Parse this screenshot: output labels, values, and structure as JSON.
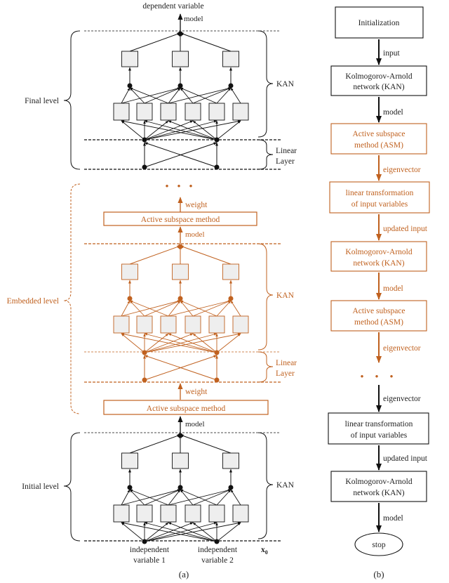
{
  "panel_a": {
    "caption": "(a)",
    "dependent_variable": "dependent variable",
    "final_level": {
      "label": "Final level",
      "edge_label": "model",
      "kan_label": "KAN",
      "linear_label_1": "Linear",
      "linear_label_2": "Layer"
    },
    "embedded_level": {
      "label": "Embedded level",
      "ellipsis": "• • •",
      "weight_top": "weight",
      "asm_top": "Active subspace method",
      "model_label": "model",
      "kan_label": "KAN",
      "linear_label_1": "Linear",
      "linear_label_2": "Layer",
      "weight_bottom": "weight",
      "asm_bottom": "Active subspace method"
    },
    "initial_level": {
      "label": "Initial level",
      "model_label": "model",
      "kan_label": "KAN",
      "x0": "x",
      "x0_sub": "0",
      "input1_line1": "independent",
      "input1_line2": "variable 1",
      "input2_line1": "independent",
      "input2_line2": "variable 2"
    }
  },
  "panel_b": {
    "caption": "(b)",
    "init": "Initialization",
    "e_input": "input",
    "kan1_l1": "Kolmogorov-Arnold",
    "kan1_l2": "network (KAN)",
    "e_model1": "model",
    "asm1_l1": "Active subspace",
    "asm1_l2": "method (ASM)",
    "e_eig1": "eigenvector",
    "lin1_l1": "linear transformation",
    "lin1_l2": "of input variables",
    "e_upd1": "updated input",
    "kan2_l1": "Kolmogorov-Arnold",
    "kan2_l2": "network (KAN)",
    "e_model2": "model",
    "asm2_l1": "Active subspace",
    "asm2_l2": "method (ASM)",
    "e_eig2": "eigenvector",
    "dots": "• • •",
    "e_eig3": "eigenvector",
    "lin2_l1": "linear transformation",
    "lin2_l2": "of input variables",
    "e_upd2": "updated input",
    "kan3_l1": "Kolmogorov-Arnold",
    "kan3_l2": "network (KAN)",
    "e_model3": "model",
    "stop": "stop"
  },
  "colors": {
    "black": "#111111",
    "orange": "#c0611f",
    "node_fill": "#eeeeee"
  }
}
